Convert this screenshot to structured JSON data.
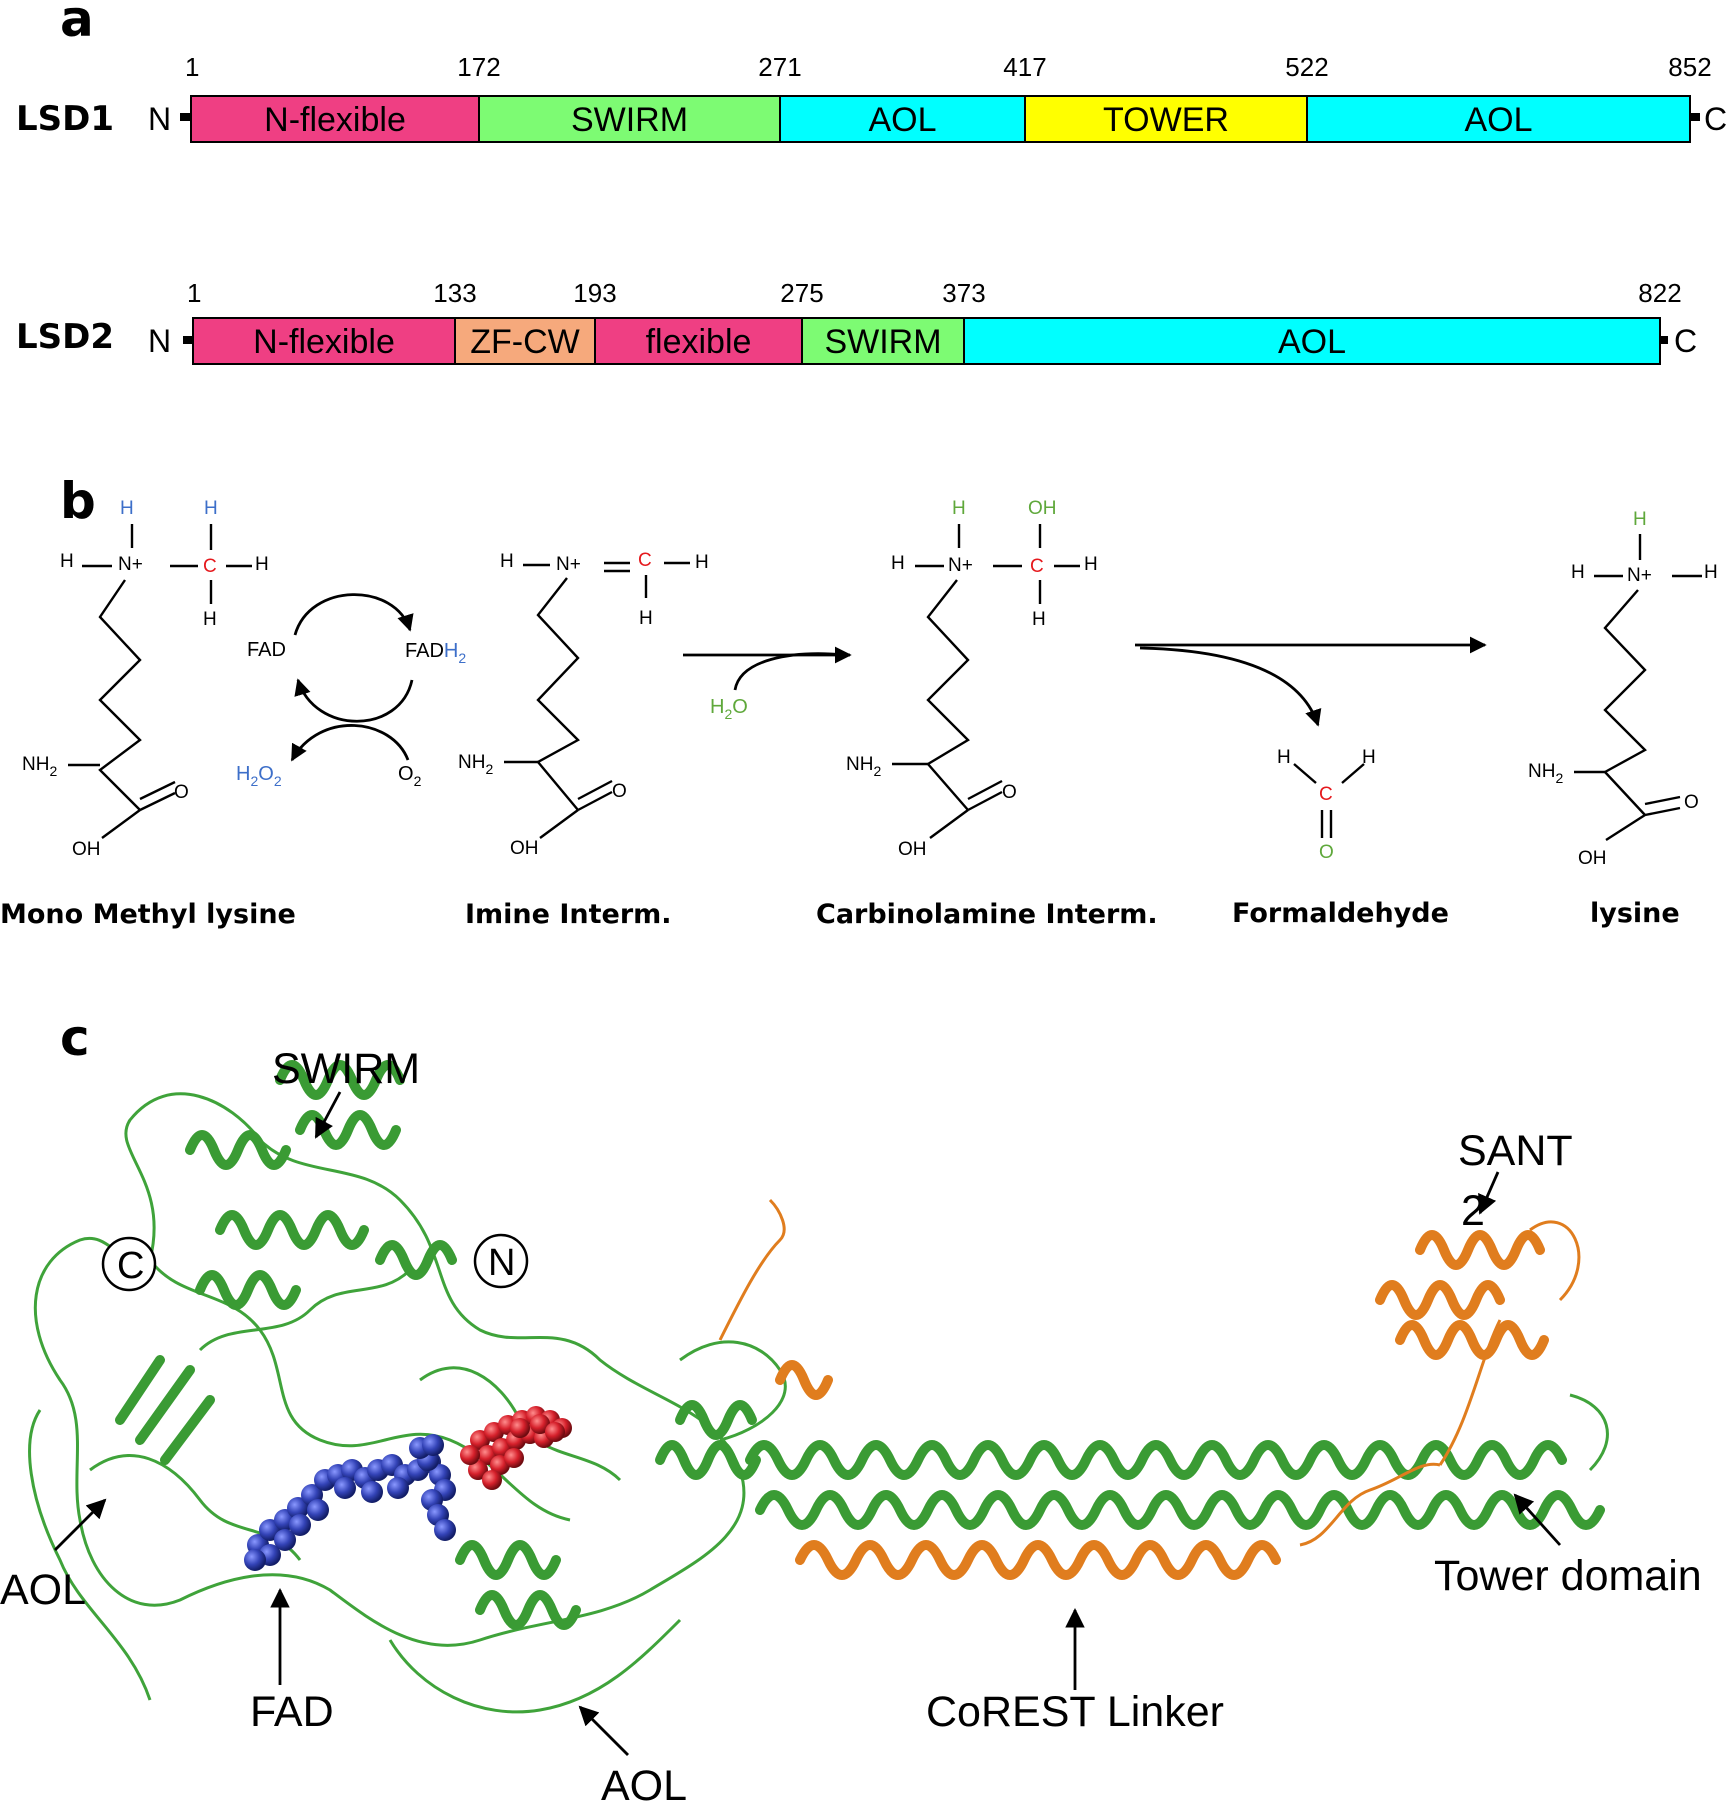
{
  "colors": {
    "n_flexible": "#ef3f83",
    "swirm": "#7dfb73",
    "aol": "#00ffff",
    "tower": "#ffff00",
    "zf_cw": "#f6a97c",
    "flexible": "#ef3f83",
    "red_atom": "#e5191d",
    "blue_atom": "#3d6fc9",
    "green_atom": "#5fa83b",
    "protein_green": "#3fa33a",
    "corest_orange": "#e07d1e",
    "fad_blue": "#3444b8",
    "ligand_red": "#d6202b"
  },
  "panel_a": {
    "letter": "a",
    "terminal_n": "N",
    "terminal_c": "C",
    "lsd1": {
      "label": "LSD1",
      "length": 852,
      "positions": [
        "1",
        "172",
        "271",
        "417",
        "522",
        "852"
      ],
      "domains": [
        {
          "name": "N-flexible",
          "start": 1,
          "end": 172,
          "color_key": "n_flexible"
        },
        {
          "name": "SWIRM",
          "start": 172,
          "end": 271,
          "color_key": "swirm"
        },
        {
          "name": "AOL",
          "start": 271,
          "end": 417,
          "color_key": "aol"
        },
        {
          "name": "TOWER",
          "start": 417,
          "end": 522,
          "color_key": "tower"
        },
        {
          "name": "AOL",
          "start": 522,
          "end": 852,
          "color_key": "aol"
        }
      ]
    },
    "lsd2": {
      "label": "LSD2",
      "length": 822,
      "positions": [
        "1",
        "133",
        "193",
        "275",
        "373",
        "822"
      ],
      "domains": [
        {
          "name": "N-flexible",
          "start": 1,
          "end": 133,
          "color_key": "n_flexible"
        },
        {
          "name": "ZF-CW",
          "start": 133,
          "end": 193,
          "color_key": "zf_cw"
        },
        {
          "name": "flexible",
          "start": 193,
          "end": 275,
          "color_key": "flexible"
        },
        {
          "name": "SWIRM",
          "start": 275,
          "end": 373,
          "color_key": "swirm"
        },
        {
          "name": "AOL",
          "start": 373,
          "end": 822,
          "color_key": "aol"
        }
      ]
    }
  },
  "panel_b": {
    "letter": "b",
    "atoms": {
      "h": "H",
      "n_plus": "N+",
      "c": "C",
      "o": "O",
      "oh": "OH",
      "nh2": "NH",
      "sub2": "2"
    },
    "cofactors": {
      "fad": "FAD",
      "fadh2_base": "FAD",
      "fadh2_h": "H",
      "h2o2_h": "H",
      "h2o2_o": "O",
      "o2": "O",
      "h2o_h": "H",
      "h2o_o": "O",
      "sub2": "2"
    },
    "captions": {
      "mono_methyl_lysine": "Mono Methyl lysine",
      "imine": "Imine Interm.",
      "carbinolamine": "Carbinolamine Interm.",
      "formaldehyde": "Formaldehyde",
      "lysine": "lysine"
    }
  },
  "panel_c": {
    "letter": "c",
    "labels": {
      "swirm": "SWIRM",
      "sant2_line1": "SANT",
      "sant2_line2": "2",
      "c_terminus": "C",
      "n_terminus": "N",
      "aol_left": "AOL",
      "fad": "FAD",
      "aol_bottom": "AOL",
      "corest_linker": "CoREST Linker",
      "tower_domain": "Tower domain"
    }
  }
}
